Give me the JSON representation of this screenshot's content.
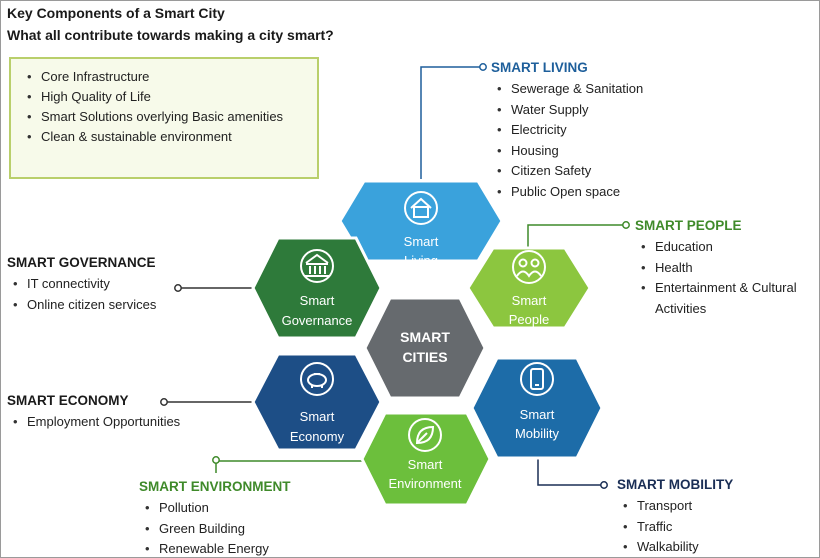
{
  "title": "Key Components of a Smart City",
  "subtitle": "What all contribute towards making a city smart?",
  "key_box": {
    "items": [
      "Core Infrastructure",
      "High Quality of Life",
      "Smart Solutions overlying Basic amenities",
      "Clean & sustainable environment"
    ]
  },
  "colors": {
    "living": "#3aa2dc",
    "people": "#8cc63f",
    "governance": "#2e7a3a",
    "center": "#666a6e",
    "economy": "#1d4e86",
    "mobility": "#1d6ca8",
    "environment": "#6cbf3c",
    "living_head": "#1e5f9b",
    "people_head": "#3f8a2a",
    "governance_head": "#1a1a1a",
    "economy_head": "#1a1a1a",
    "environment_head": "#3f8a2a",
    "mobility_head": "#1a2e55"
  },
  "center": {
    "line1": "SMART",
    "line2": "CITIES"
  },
  "hexes": {
    "living": {
      "line1": "Smart",
      "line2": "Living",
      "icon": "house-icon"
    },
    "people": {
      "line1": "Smart",
      "line2": "People",
      "icon": "people-icon"
    },
    "governance": {
      "line1": "Smart",
      "line2": "Governance",
      "icon": "government-building-icon"
    },
    "economy": {
      "line1": "Smart",
      "line2": "Economy",
      "icon": "piggy-bank-icon"
    },
    "mobility": {
      "line1": "Smart",
      "line2": "Mobility",
      "icon": "smartphone-icon"
    },
    "environment": {
      "line1": "Smart",
      "line2": "Environment",
      "icon": "leaf-icon"
    }
  },
  "groups": {
    "living": {
      "title": "SMART LIVING",
      "items": [
        "Sewerage & Sanitation",
        "Water Supply",
        "Electricity",
        "Housing",
        "Citizen Safety",
        "Public Open space"
      ]
    },
    "people": {
      "title": "SMART PEOPLE",
      "items": [
        "Education",
        "Health",
        "Entertainment & Cultural Activities"
      ]
    },
    "governance": {
      "title": "SMART GOVERNANCE",
      "items": [
        "IT connectivity",
        "Online citizen services"
      ]
    },
    "economy": {
      "title": "SMART ECONOMY",
      "items": [
        "Employment Opportunities"
      ]
    },
    "environment": {
      "title": "SMART ENVIRONMENT",
      "items": [
        "Pollution",
        "Green Building",
        "Renewable Energy"
      ]
    },
    "mobility": {
      "title": "SMART MOBILITY",
      "items": [
        "Transport",
        "Traffic",
        "Walkability"
      ]
    }
  }
}
